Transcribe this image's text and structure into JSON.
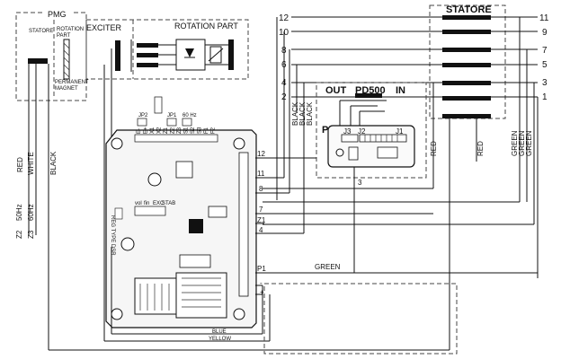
{
  "pmg": {
    "title": "PMG",
    "statore": "STATORE",
    "rotation_part": [
      "ROTATION",
      "PART"
    ],
    "permanent_magnet": [
      "PERMANENT",
      "MAGNET"
    ]
  },
  "exciter": {
    "title": "EXCITER"
  },
  "rotation_part": {
    "title": "ROTATION PART"
  },
  "statore": {
    "title": "STATORE",
    "left_numbers": [
      "12",
      "10",
      "8",
      "6",
      "4",
      "2"
    ],
    "right_numbers": [
      "11",
      "9",
      "7",
      "5",
      "3",
      "1"
    ]
  },
  "pd500": {
    "out": "OUT",
    "model": "PD500",
    "in": "IN",
    "pd_label": "PD-I",
    "j3": "J3",
    "j2": "J2",
    "j1": "J1",
    "pin3": "3"
  },
  "wire_labels": {
    "red": "RED",
    "white": "WHITE",
    "black": "BLACK",
    "hz50": "50Hz",
    "hz60": "60Hz",
    "z2": "Z2",
    "z3": "Z3",
    "black_vertical": [
      "BLACK",
      "BLACK",
      "BLACK"
    ],
    "red_right_1": "RED",
    "red_right_2": "RED",
    "green_right": [
      "GREEN",
      "GREEN",
      "GREEN"
    ],
    "green_bottom": "GREEN",
    "blue": "BLUE",
    "yellow": "YELLOW"
  },
  "avr": {
    "jp2": "JP2",
    "jp1": "JP1",
    "hz60": "60 Hz",
    "top_pins": [
      "E-",
      "E+",
      "X1",
      "X2",
      "Z1",
      "Z2",
      "Z3",
      "S1",
      "S2",
      "S3",
      "F1",
      "F2"
    ],
    "pot_labels": [
      "vol",
      "fin",
      "EXC",
      "STAB"
    ],
    "side_text": "REG TYPE DSR",
    "terminal_labels": [
      "12",
      "11",
      "8",
      "7",
      "Z1",
      "4",
      "P1",
      "-",
      "+"
    ]
  }
}
